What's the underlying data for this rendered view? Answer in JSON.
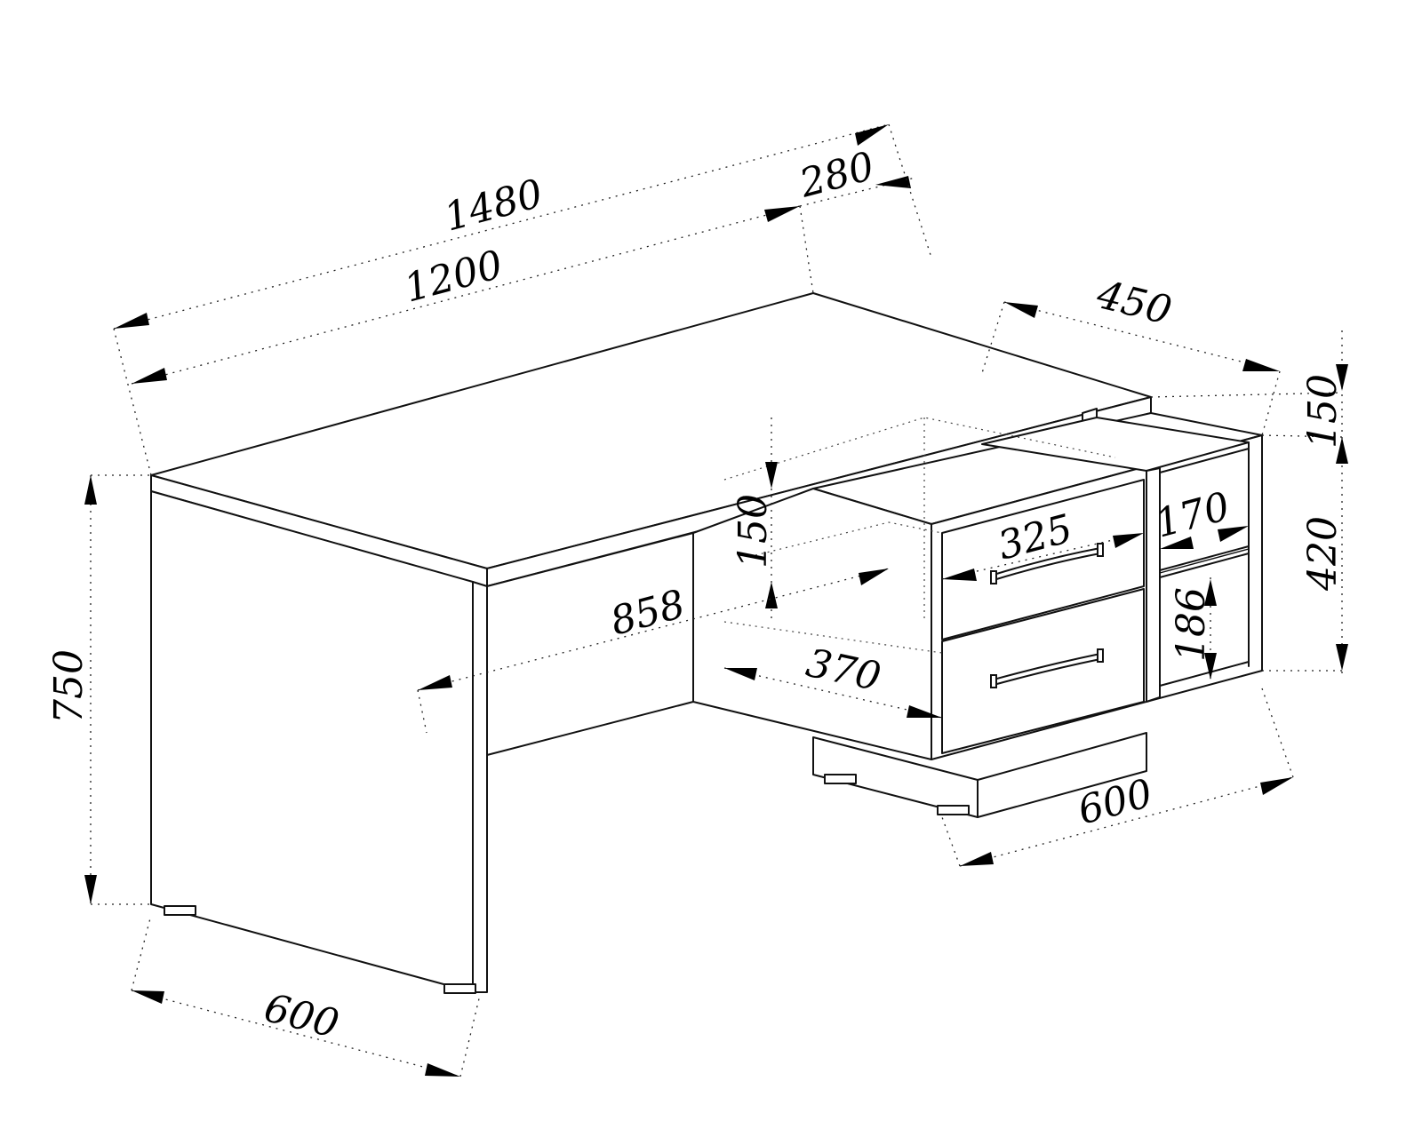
{
  "diagram": {
    "dimensions": {
      "total_width": "1480",
      "desk_width": "1200",
      "extension_width": "280",
      "return_depth": "450",
      "shelf_gap_top": "150",
      "shelf_height": "420",
      "drawer_front_height": "150",
      "drawer_width": "325",
      "shelf_upper": "170",
      "shelf_lower": "186",
      "knee_width": "858",
      "drawer_depth": "370",
      "desk_height": "750",
      "desk_depth": "600",
      "pedestal_depth": "600"
    }
  }
}
